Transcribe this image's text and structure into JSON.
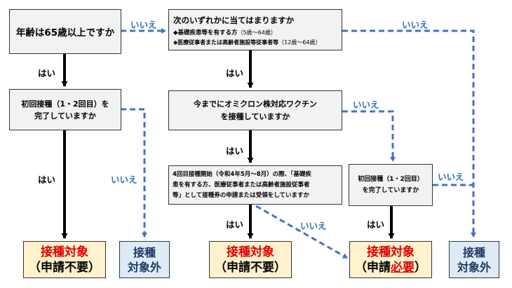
{
  "colors": {
    "box_fill": "#f2f2f2",
    "target_fill": "#fff2cc",
    "excluded_fill": "#deebf7",
    "no_arrow": "#4472c4",
    "yes_arrow": "#000000",
    "emphasis_red": "#e00000"
  },
  "q1": {
    "text": "年齢は65歳以上ですか"
  },
  "q2": {
    "title": "次のいずれかに当てはまりますか",
    "bullet1": "◆基礎疾患等を有する方",
    "bullet1_note": "（5歳～64歳）",
    "bullet2": "◆医療従事者または高齢者施設等従事者等",
    "bullet2_note": "（12歳～64歳）"
  },
  "q3": {
    "line1": "初回接種（1・2回目）を",
    "line2": "完了していますか"
  },
  "q4": {
    "line1": "今までにオミクロン株対応ワクチン",
    "line2": "を接種していますか"
  },
  "q5": {
    "line1": "4回目接種開始（令和4年5月～8月）の際、「基礎疾",
    "line2": "患を有する方、医療従事者または高齢者施設従事者",
    "line3": "等」として接種券の申請または受領をしていますか"
  },
  "q6": {
    "line1": "初回接種（1・2回目）",
    "line2": "を完了していますか"
  },
  "labels": {
    "yes": "はい",
    "no": "いいえ"
  },
  "results": {
    "target_no_app_1": {
      "line1": "接種対象",
      "line2": "（申請不要）"
    },
    "excluded_1": {
      "line1": "接種",
      "line2": "対象外"
    },
    "target_no_app_2": {
      "line1": "接種対象",
      "line2": "（申請不要）"
    },
    "target_app_req": {
      "line1": "接種対象",
      "line2_prefix": "（申請",
      "line2_emph": "必要",
      "line2_suffix": "）"
    },
    "excluded_2": {
      "line1": "接種",
      "line2": "対象外"
    }
  }
}
